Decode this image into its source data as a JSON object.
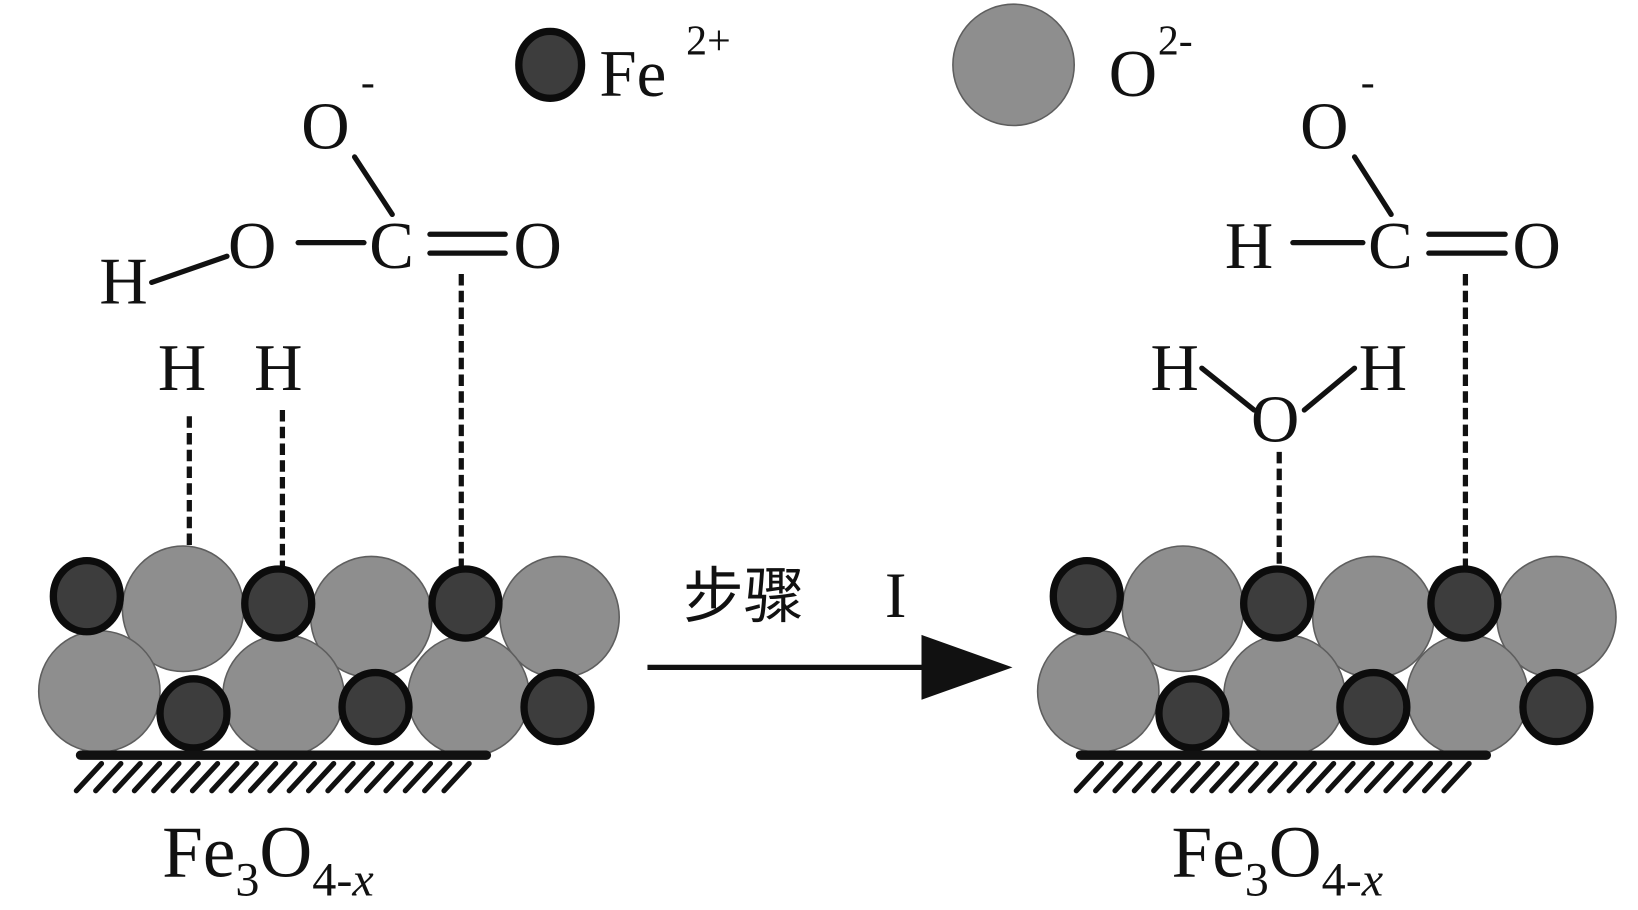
{
  "figure": {
    "legend": [
      {
        "symbol": "dark-circle",
        "ion": "Fe",
        "charge": "2+",
        "color": "#3d3d3d"
      },
      {
        "symbol": "gray-circle",
        "ion": "O",
        "charge": "2-",
        "color": "#8e8e8e"
      }
    ],
    "step_label": {
      "text": "步骤",
      "numeral": "I"
    },
    "left_panel": {
      "adsorbate": {
        "name": "bicarbonate",
        "atoms": [
          "H",
          "O",
          "C",
          "O",
          "O"
        ],
        "charge": "-"
      },
      "adsorbed_H": [
        "H",
        "H"
      ],
      "substrate": {
        "base": "Fe",
        "sub1": "3",
        "o": "O",
        "sub2": "4-",
        "sub2_italic": "x"
      }
    },
    "right_panel": {
      "adsorbate": {
        "name": "formate",
        "atoms": [
          "H",
          "C",
          "O",
          "O"
        ],
        "charge": "-"
      },
      "water": [
        "H",
        "O",
        "H"
      ],
      "substrate": {
        "base": "Fe",
        "sub1": "3",
        "o": "O",
        "sub2": "4-",
        "sub2_italic": "x"
      }
    }
  }
}
